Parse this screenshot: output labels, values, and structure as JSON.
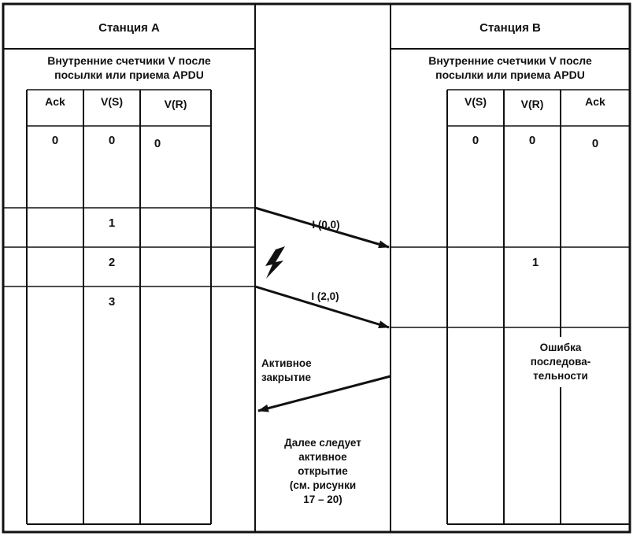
{
  "station_a": {
    "title": "Станция А",
    "subtitle_line1": "Внутренние счетчики V после",
    "subtitle_line2": "посылки или приема APDU",
    "col_ack": "Ack",
    "col_vs": "V(S)",
    "col_vr": "V(R)",
    "init_ack": "0",
    "init_vs": "0",
    "init_vr": "0",
    "vs_step1": "1",
    "vs_step2": "2",
    "vs_step3": "3"
  },
  "station_b": {
    "title": "Станция В",
    "subtitle_line1": "Внутренние счетчики V после",
    "subtitle_line2": "посылки или приема APDU",
    "col_vs": "V(S)",
    "col_vr": "V(R)",
    "col_ack": "Ack",
    "init_vs": "0",
    "init_vr": "0",
    "init_ack": "0",
    "vr_step1": "1",
    "error_line1": "Ошибка",
    "error_line2": "последова-",
    "error_line3": "тельности"
  },
  "messages": {
    "frame1": "I (0,0)",
    "frame2": "I (2,0)",
    "close_line1": "Активное",
    "close_line2": "закрытие",
    "next_line1": "Далее следует",
    "next_line2": "активное",
    "next_line3": "открытие",
    "next_line4": "(см. рисунки",
    "next_line5": "17 – 20)"
  },
  "icons": {
    "lost_frame": "lightning-bolt-icon"
  }
}
